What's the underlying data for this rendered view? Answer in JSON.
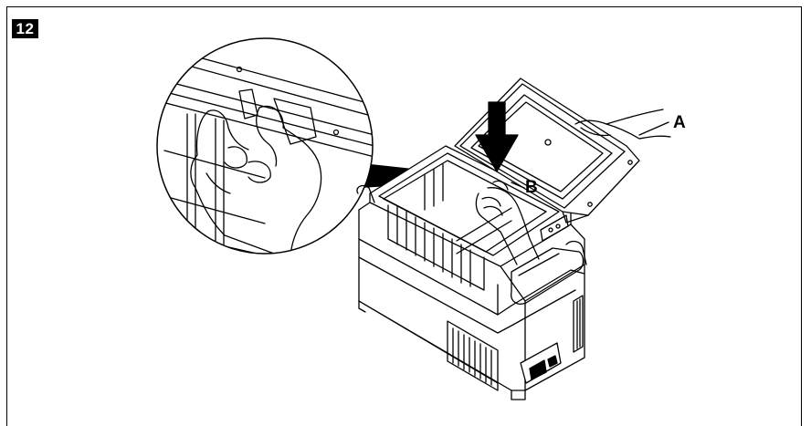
{
  "figure": {
    "step_number": "12",
    "callouts": {
      "a": "A",
      "b": "B"
    },
    "icons": [
      "downward-arrow",
      "cooler-box",
      "lid",
      "magnifier-circle",
      "hand"
    ]
  }
}
